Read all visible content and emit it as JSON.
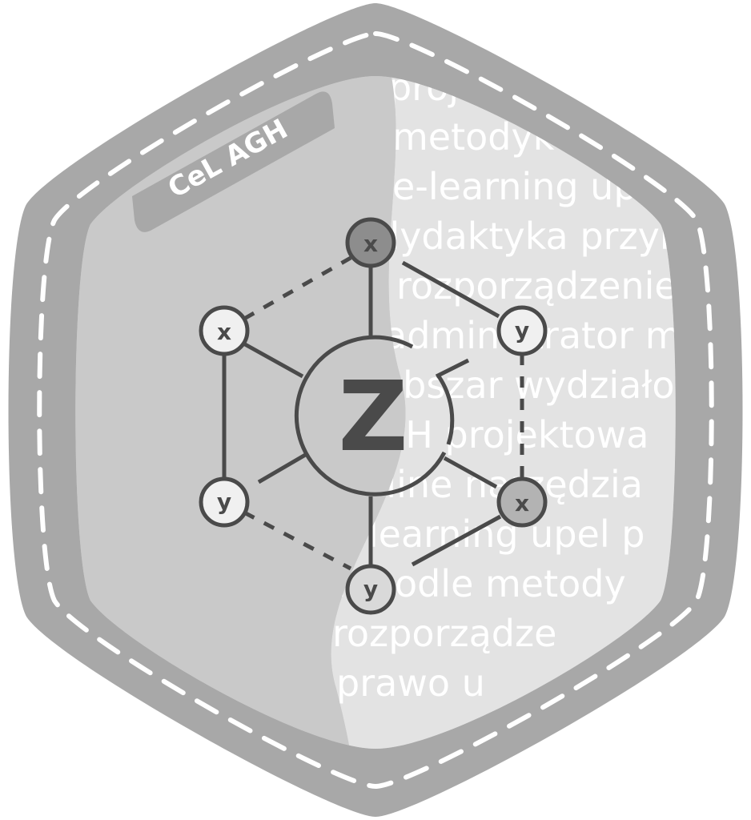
{
  "badge": {
    "ribbon_label": "CeL AGH",
    "center_letter": "Z",
    "colors": {
      "outer": "#a8a8a8",
      "left_panel": "#c9c9c9",
      "right_panel": "#e3e3e3",
      "stitch": "#ffffff",
      "stroke": "#4a4a4a"
    },
    "nodes": [
      {
        "label": "x",
        "style": "dark"
      },
      {
        "label": "y",
        "style": "light"
      },
      {
        "label": "x",
        "style": "mid"
      },
      {
        "label": "y",
        "style": "light"
      },
      {
        "label": "y",
        "style": "light"
      },
      {
        "label": "x",
        "style": "light"
      }
    ],
    "background_lines": [
      "projekt",
      "metodyk",
      "e-learning up",
      "dydaktyka przyk",
      "rozporządzenie m",
      "administrator me",
      "obszar wydziałow",
      "AGH projektowa",
      "online narzędzia",
      "e-learning upel p",
      "moodle metody",
      "rozporządze",
      "prawo u"
    ]
  }
}
